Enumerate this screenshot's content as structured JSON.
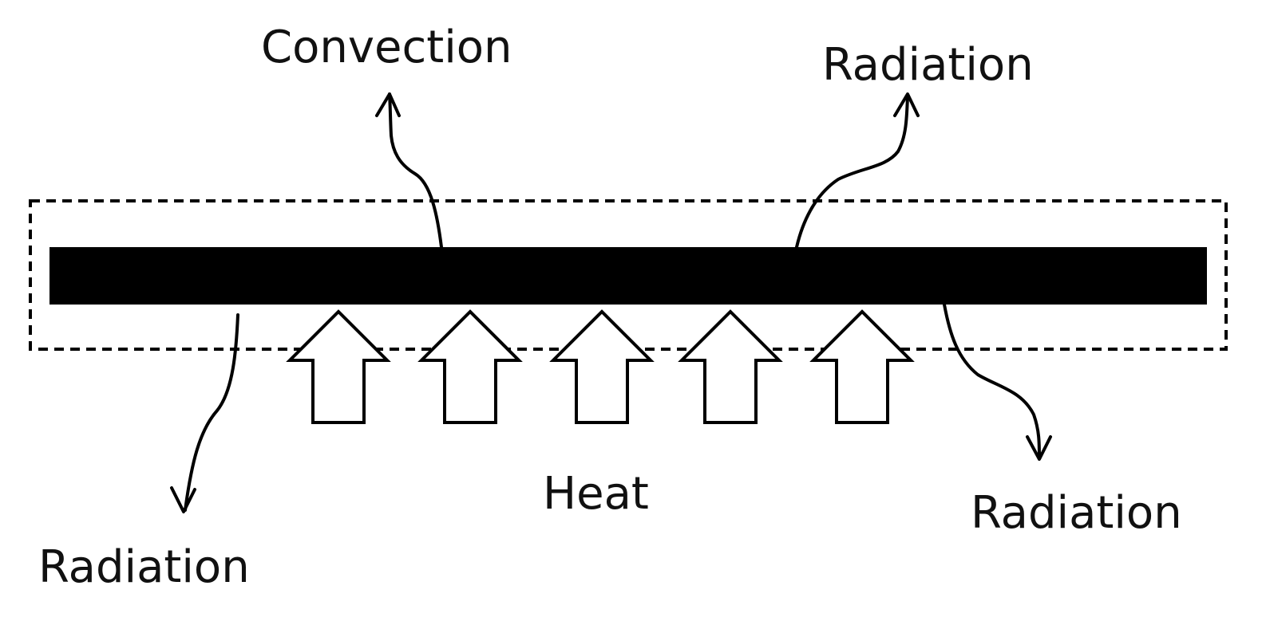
{
  "labels": {
    "convection": "Convection",
    "radiation_top_right": "Radiation",
    "radiation_bottom_left": "Radiation",
    "radiation_bottom_right": "Radiation",
    "heat": "Heat"
  },
  "colors": {
    "plate": "#000000",
    "stroke": "#000000",
    "background": "#ffffff"
  }
}
